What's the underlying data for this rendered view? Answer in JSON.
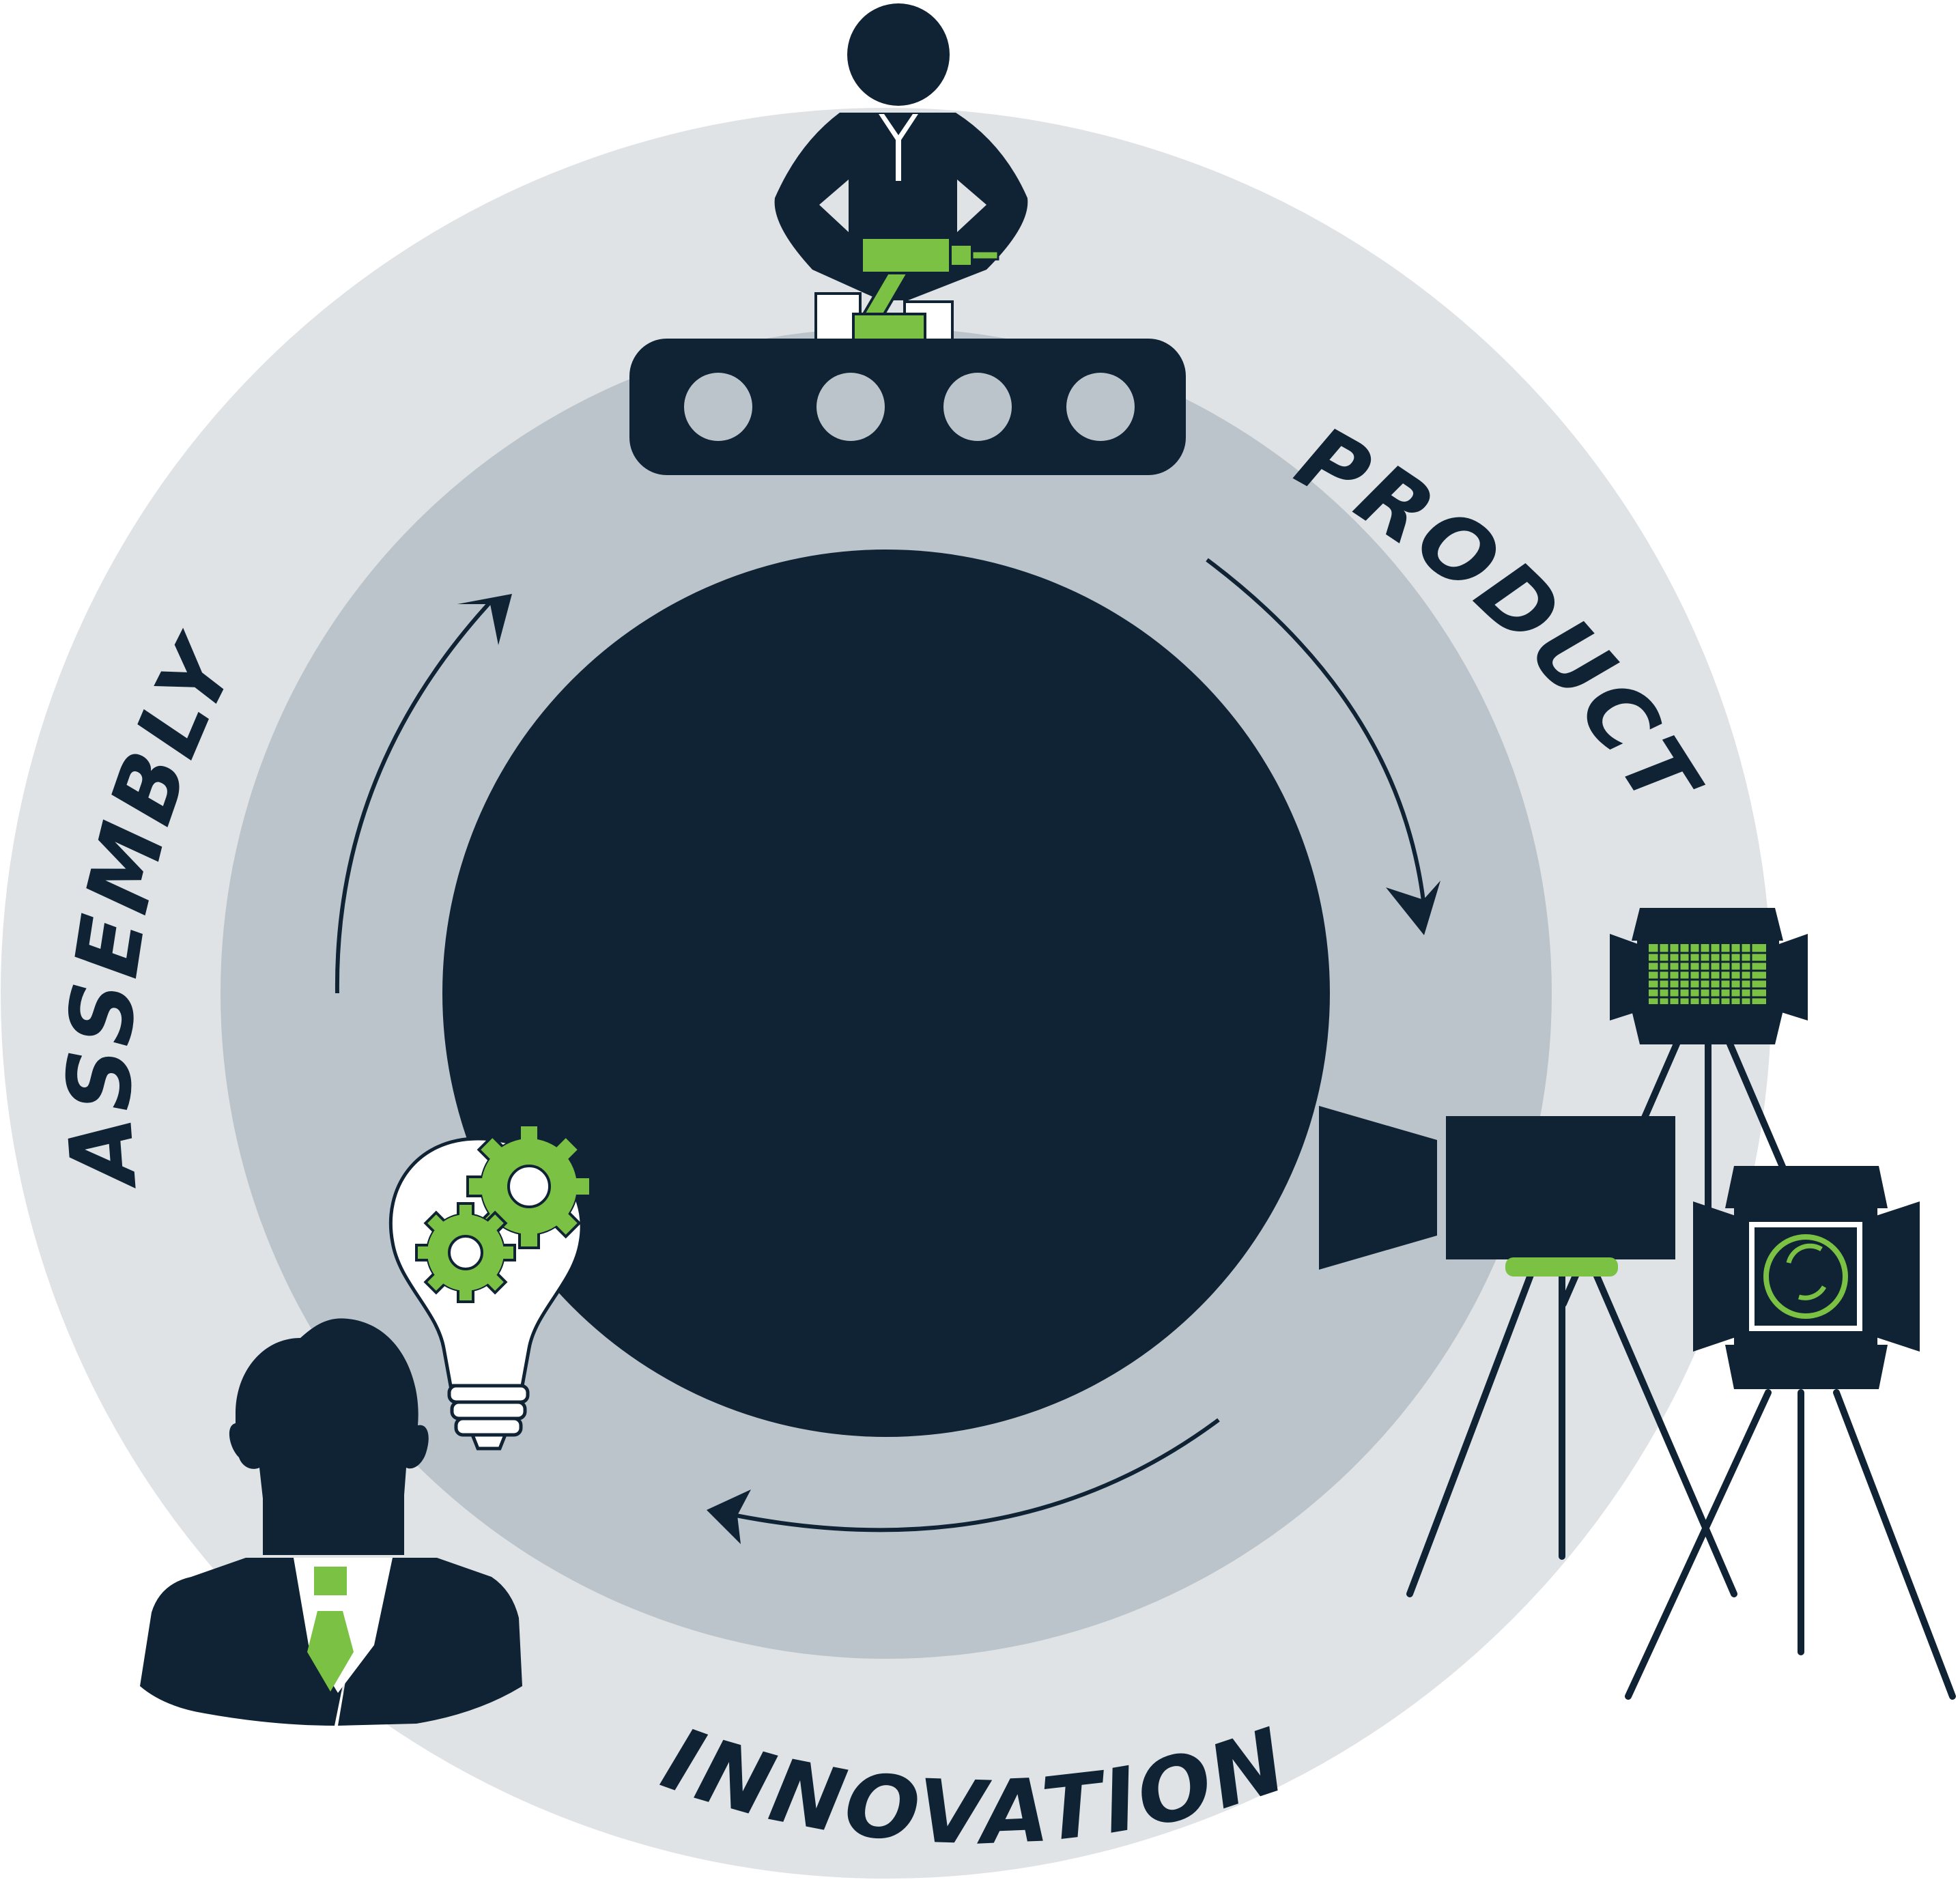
{
  "labels": {
    "product": "PRODUCT",
    "innovation": "INNOVATION",
    "assembly": "ASSEMBLY"
  },
  "colors": {
    "outer_ring": "#dfe3e6",
    "inner_ring": "#bbc4ca",
    "navy": "#0f2334",
    "green": "#7bc143",
    "wheel": "#bbc4ca",
    "white": "#ffffff"
  },
  "icons": {
    "top": "worker-at-conveyor-icon",
    "right": "film-camera-with-lights-icon",
    "bottom_left": "businessman-with-idea-bulb-icon"
  }
}
